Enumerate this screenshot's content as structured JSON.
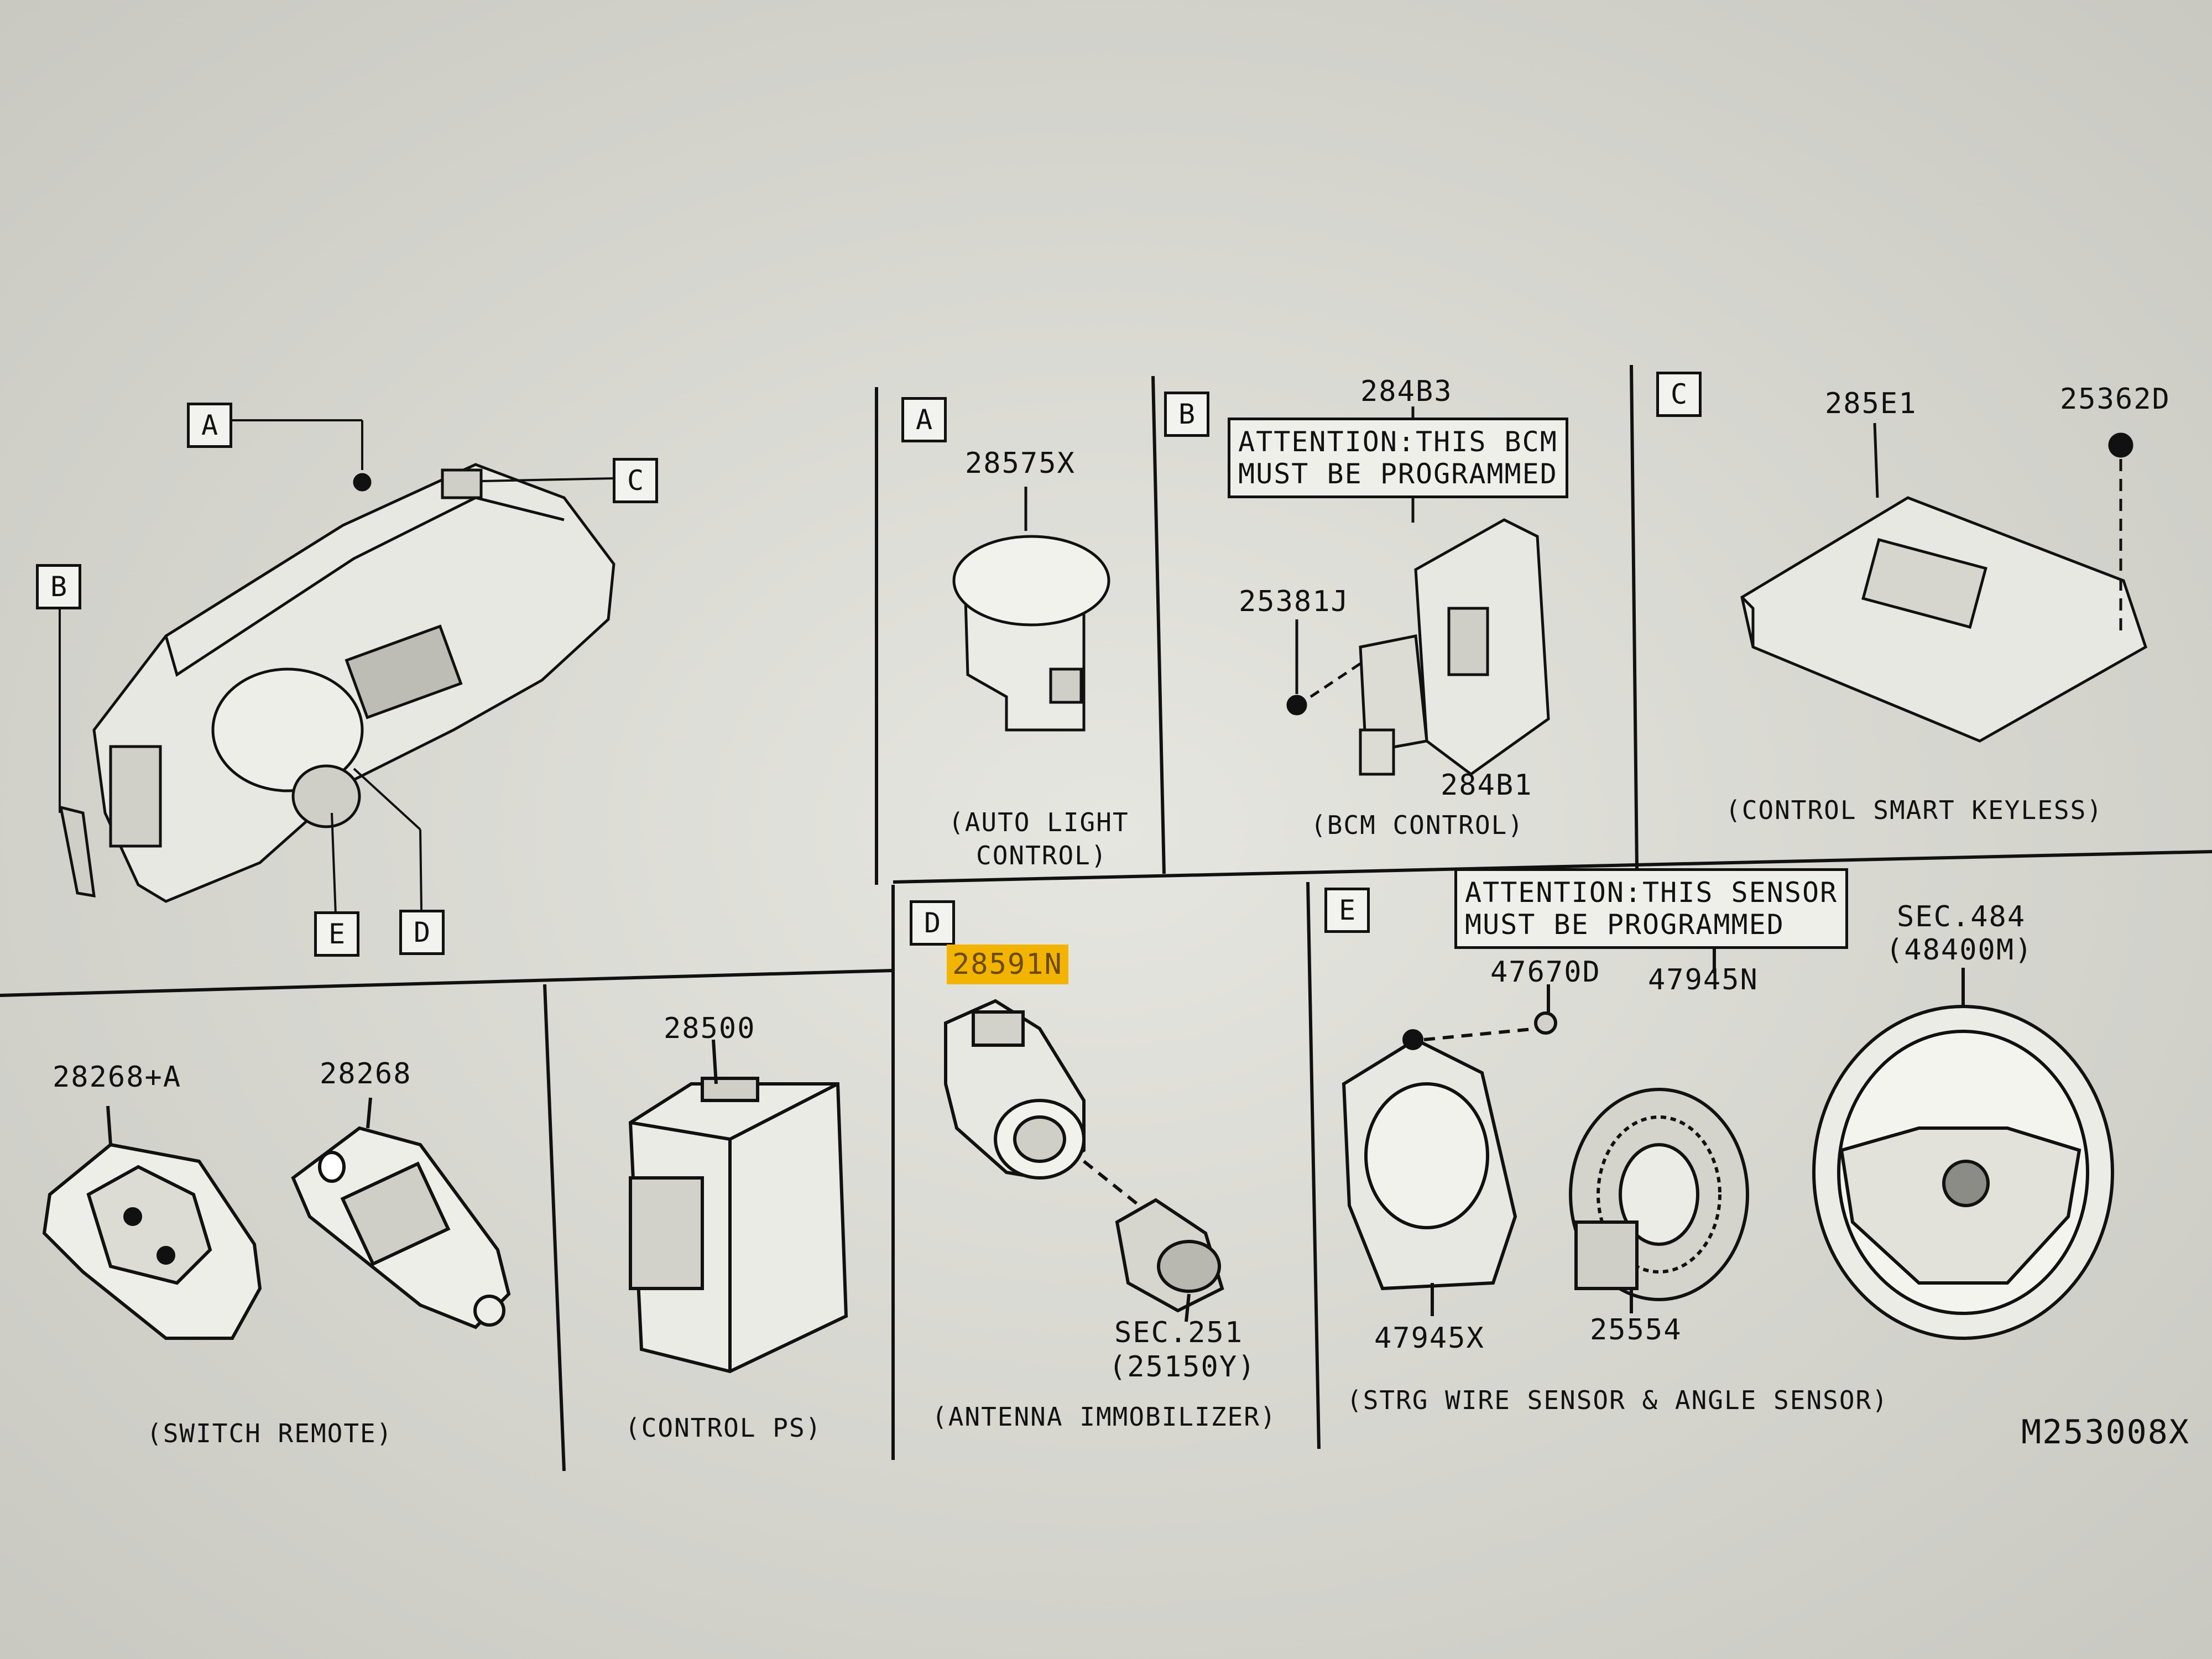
{
  "diagram_code": "M253008X",
  "overview": {
    "callouts": [
      "A",
      "B",
      "C",
      "D",
      "E"
    ]
  },
  "panels": {
    "A": {
      "letter": "A",
      "part": "28575X",
      "caption_line1": "(AUTO LIGHT",
      "caption_line2": "CONTROL)"
    },
    "B": {
      "letter": "B",
      "part_top": "284B3",
      "attention_line1": "ATTENTION:THIS BCM",
      "attention_line2": "MUST BE PROGRAMMED",
      "part_screw": "25381J",
      "part_module": "284B1",
      "caption": "(BCM CONTROL)"
    },
    "C": {
      "letter": "C",
      "part_unit": "285E1",
      "part_screw": "25362D",
      "caption": "(CONTROL SMART KEYLESS)"
    },
    "remote": {
      "part_a": "28268+A",
      "part_b": "28268",
      "caption": "(SWITCH REMOTE)"
    },
    "ps": {
      "part": "28500",
      "caption": "(CONTROL PS)"
    },
    "D": {
      "letter": "D",
      "part_highlighted": "28591N",
      "ref_line1": "SEC.251",
      "ref_line2": "(25150Y)",
      "caption": "(ANTENNA IMMOBILIZER)",
      "highlight_color": "#f2b400"
    },
    "E": {
      "letter": "E",
      "attention_line1": "ATTENTION:THIS SENSOR",
      "attention_line2": "MUST BE PROGRAMMED",
      "part_screw": "47670D",
      "part_sensor": "47945N",
      "part_sensor_bottom": "47945X",
      "part_spiral": "25554",
      "ref_line1": "SEC.484",
      "ref_line2": "(48400M)",
      "caption": "(STRG WIRE SENSOR & ANGLE SENSOR)"
    }
  }
}
